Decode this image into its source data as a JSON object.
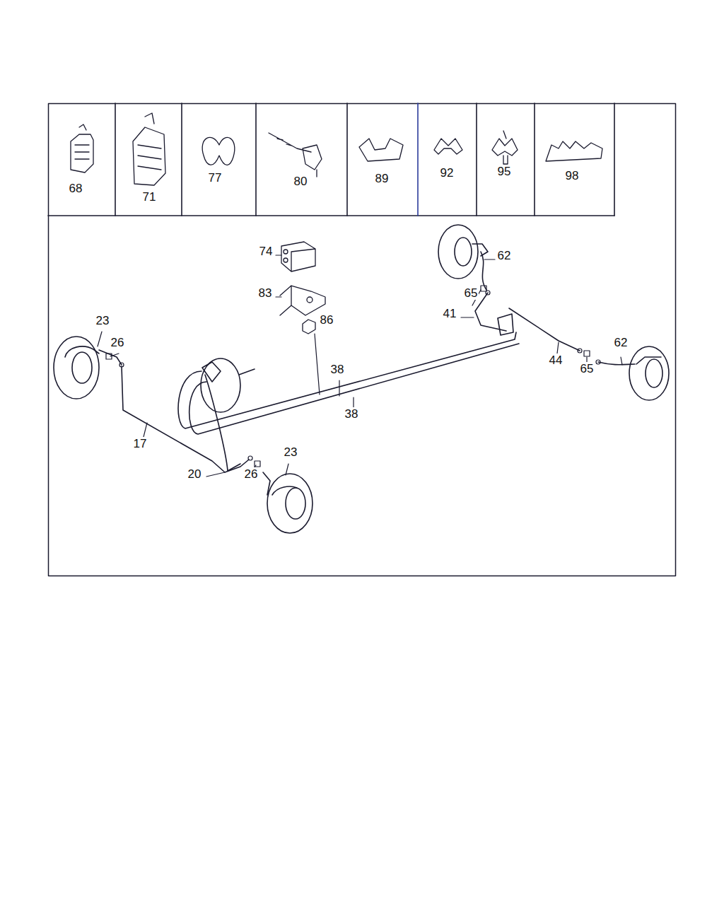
{
  "diagram": {
    "labels": [
      "68",
      "71",
      "77",
      "80",
      "89",
      "92",
      "95",
      "98",
      "74",
      "62",
      "83",
      "86",
      "65",
      "41",
      "23",
      "26",
      "38",
      "62",
      "44",
      "65",
      "38",
      "17",
      "20",
      "26",
      "23"
    ]
  }
}
